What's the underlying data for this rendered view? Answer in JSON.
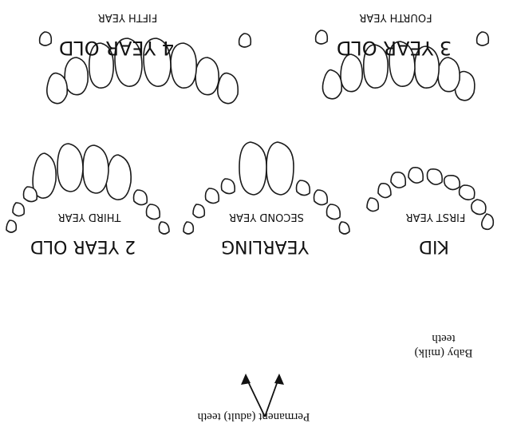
{
  "panels": {
    "five_year": {
      "title": "4 YEAR OLD",
      "subtitle": "FIFTH YEAR"
    },
    "four_year": {
      "title": "3 YEAR OLD",
      "subtitle": "FOURTH YEAR"
    },
    "three_year": {
      "title": "2 YEAR OLD",
      "subtitle": "THIRD YEAR"
    },
    "two_year": {
      "title": "YEARLING",
      "subtitle": "SECOND YEAR"
    },
    "first_year": {
      "title": "KID",
      "subtitle": "FIRST YEAR"
    }
  },
  "labels": {
    "baby_line1": "Baby (milk)",
    "baby_line2": "teeth",
    "permanent": "Permanent (adult) teeth"
  }
}
